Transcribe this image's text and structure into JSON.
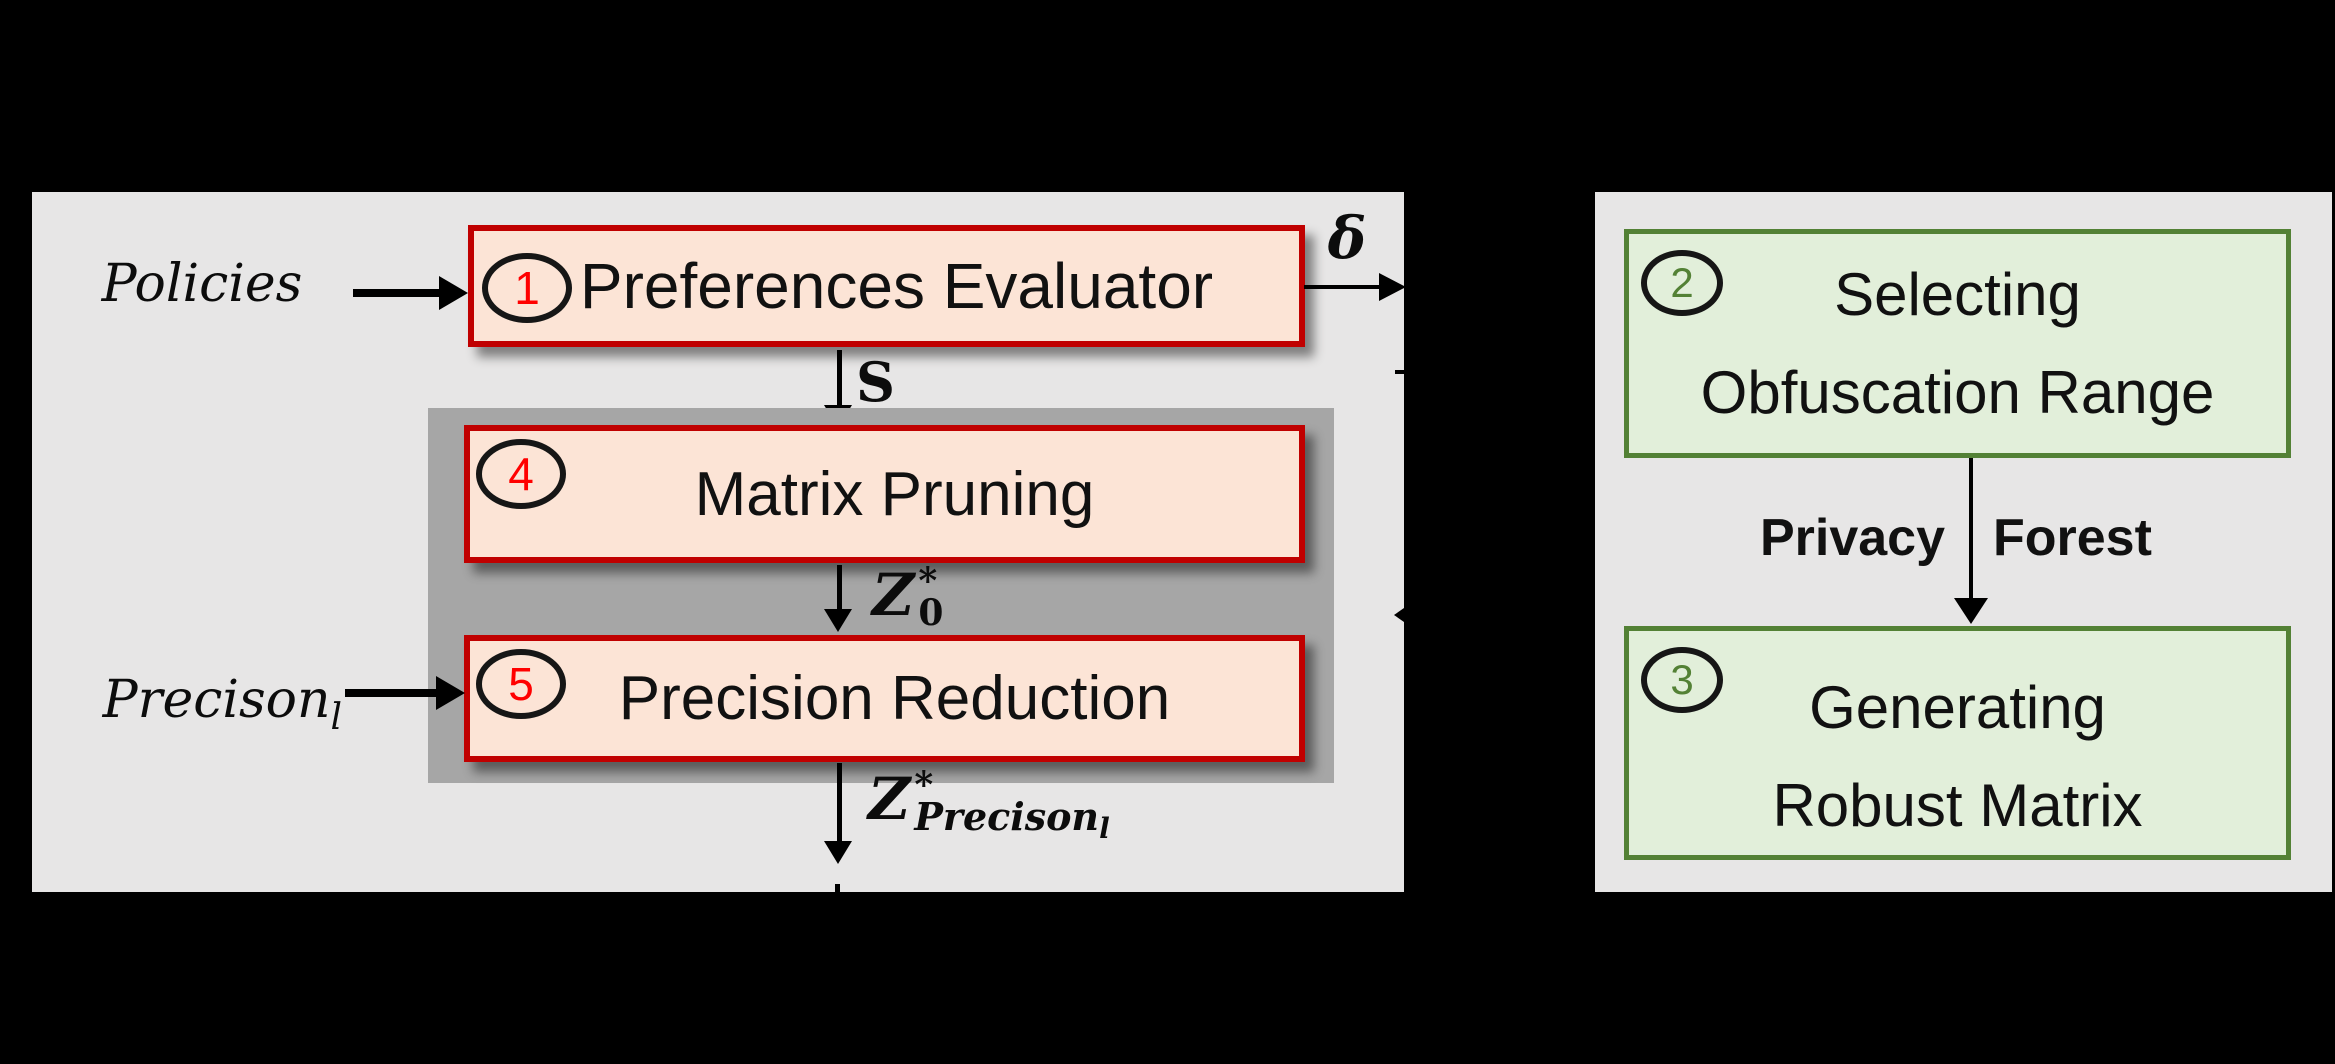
{
  "colors": {
    "canvas_bg": "#000000",
    "panel_bg": "#E7E6E6",
    "inner_panel_bg": "#A6A6A6",
    "process_box_fill": "#FCE4D6",
    "process_box_border": "#C00000",
    "step_box_fill": "#E2EFDA",
    "step_box_border": "#538135",
    "number_red": "#FF0000",
    "number_green": "#538135"
  },
  "left_panel": {
    "inputs": {
      "policies": "Policies",
      "precision": {
        "main": "Precison",
        "sub": "l"
      }
    },
    "boxes": [
      {
        "num": "1",
        "label": "Preferences Evaluator"
      },
      {
        "num": "4",
        "label": "Matrix Pruning"
      },
      {
        "num": "5",
        "label": "Precision Reduction"
      }
    ],
    "signals": {
      "delta": "δ",
      "s": "S",
      "z0": {
        "base": "Z",
        "sup": "*",
        "sub": "0"
      },
      "zp": {
        "base": "Z",
        "sup": "*",
        "sub_main": "Precison",
        "sub_sub": "l"
      }
    }
  },
  "right_panel": {
    "boxes": [
      {
        "num": "2",
        "lines": [
          "Selecting",
          "Obfuscation Range"
        ]
      },
      {
        "num": "3",
        "lines": [
          "Generating",
          "Robust Matrix"
        ]
      }
    ],
    "edge_labels": {
      "left": "Privacy",
      "right": "Forest"
    }
  }
}
